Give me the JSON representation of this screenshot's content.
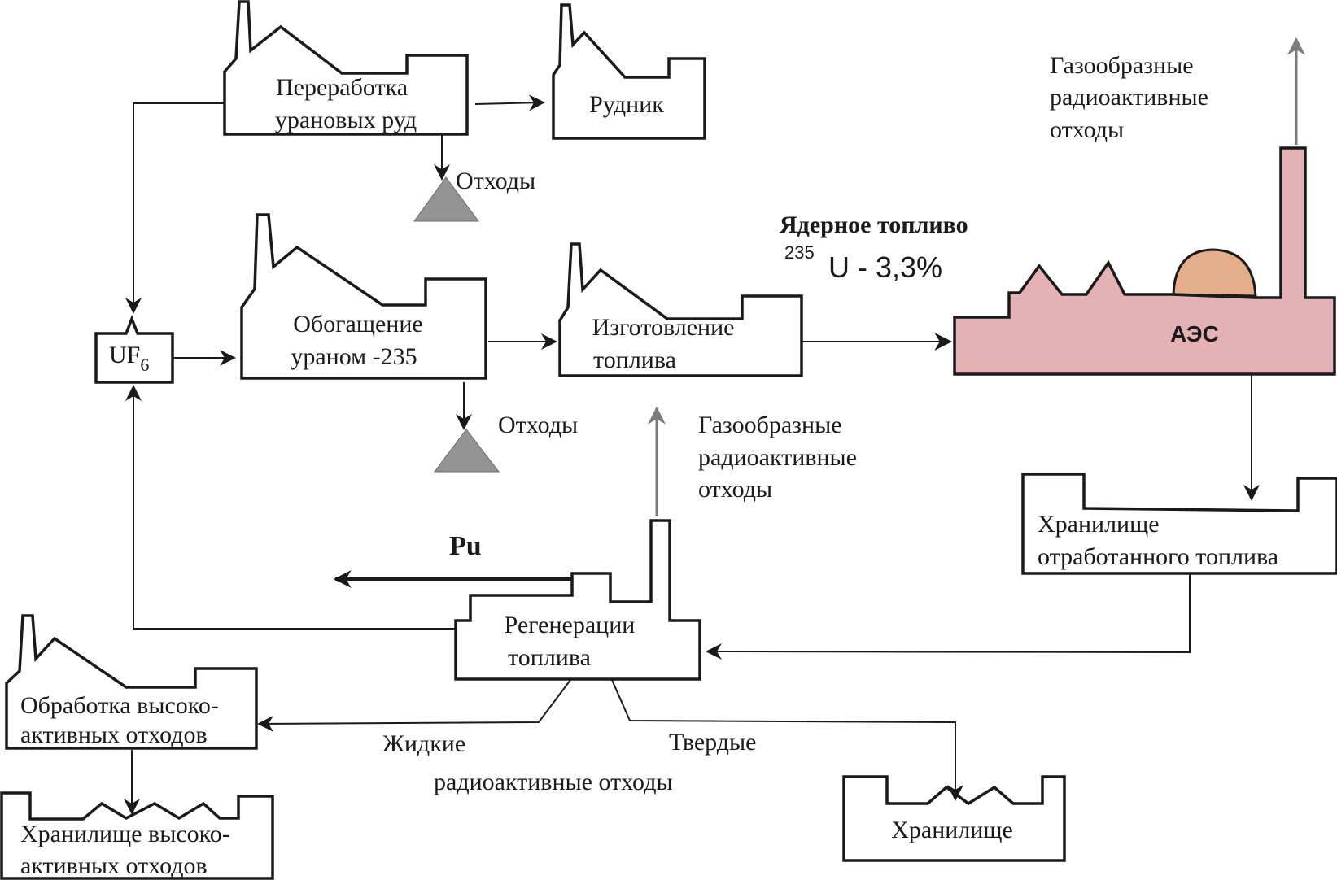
{
  "nodes": {
    "ore_processing": {
      "line1": "Переработка",
      "line2": "урановых руд"
    },
    "mine": {
      "label": "Рудник"
    },
    "uf6": {
      "base": "UF",
      "sub": "6"
    },
    "enrichment": {
      "line1": "Обогащение",
      "line2": "ураном -235"
    },
    "fuel_fab": {
      "line1": "Изготовление",
      "line2": "топлива"
    },
    "aes": {
      "label": "АЭС"
    },
    "spent_storage": {
      "line1": "Хранилище",
      "line2": "отработанного топлива"
    },
    "regeneration": {
      "line1": "Регенерации",
      "line2": "топлива"
    },
    "hlw_processing": {
      "line1": "Обработка высоко-",
      "line2": "активных отходов"
    },
    "hlw_storage": {
      "line1": "Хранилище высоко-",
      "line2": "активных отходов"
    },
    "storage": {
      "label": "Хранилище"
    }
  },
  "labels": {
    "waste_1": "Отходы",
    "waste_2": "Отходы",
    "nuclear_fuel": "Ядерное топливо",
    "isotope_mass": "235",
    "isotope_rest": "U - 3,3%",
    "gas_waste_top": [
      "Газообразные",
      "радиоактивные",
      "отходы"
    ],
    "gas_waste_mid": [
      "Газообразные",
      "радиоактивные",
      "отходы"
    ],
    "pu": "Pu",
    "liquid": "Жидкие",
    "solid": "Твердые",
    "radioactive_waste": "радиоактивные отходы"
  },
  "colors": {
    "aes_fill": "#e4b2b5",
    "dome_fill": "#e4ae8a",
    "waste_fill": "#939393",
    "gas_arrow": "#7c7c7c"
  }
}
